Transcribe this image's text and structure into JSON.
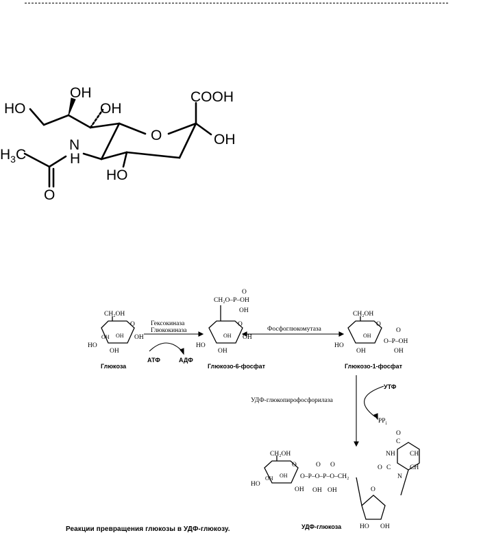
{
  "neu5ac": {
    "oh_top": "OH",
    "ho_left": "HO",
    "oh_mid": "OH",
    "cooh": "COOH",
    "ring_o": "O",
    "oh_right": "OH",
    "h3c": "H",
    "h3c_sub": "3",
    "h3c_c": "C",
    "n": "N",
    "h": "H",
    "carbonyl_o": "O",
    "ho_bottom": "HO"
  },
  "pathway": {
    "glucose": {
      "ch2oh": "CH₂OH",
      "ring_o": "O",
      "oh1": "OH",
      "ho": "HO",
      "oh2": "OH",
      "oh3": "OH",
      "oh4": "OH",
      "name": "Глюкоза"
    },
    "enzyme1": {
      "line1": "Гексокиназа",
      "line2": "Глюкокиназа"
    },
    "atp": "АТФ",
    "adp": "АДФ",
    "g6p": {
      "ch2o": "CH₂O–P–OH",
      "dbl_o": "O",
      "oh_p": "OH",
      "ring_o": "O",
      "oh1": "OH",
      "ho": "HO",
      "oh2": "OH",
      "oh3": "OH",
      "name": "Глюкозо-6-фосфат"
    },
    "enzyme2": "Фосфоглюкомутаза",
    "g1p": {
      "ch2oh": "CH₂OH",
      "ring_o": "O",
      "oh1": "OH",
      "ho": "HO",
      "phos": "O–P–OH",
      "oh_p": "OH",
      "dbl_o": "O",
      "oh2": "OH",
      "name": "Глюкозо-1-фосфат"
    },
    "enzyme3": "УДФ-глюкопирофосфорилаза",
    "utp": "УТФ",
    "ppi": "PP",
    "ppi_sub": "i",
    "udpg": {
      "ch2oh": "CH₂OH",
      "ring_o": "O",
      "oh1": "OH",
      "ho": "HO",
      "oh2": "OH",
      "oh3": "OH",
      "chain": "O–P–O–P–O–CH₂",
      "o1": "O",
      "o2": "O",
      "ohp1": "OH",
      "ohp2": "OH",
      "uracil_o_top": "O",
      "nh": "NH",
      "ch1": "CH",
      "ch2": "CH",
      "o_left": "O",
      "n": "N",
      "c_label": "C",
      "c2_label": "C",
      "ribose_o": "O",
      "rib_oh1": "HO",
      "rib_oh2": "OH",
      "name": "УДФ-глюкоза"
    }
  },
  "caption": "Реакции превращения глюкозы в УДФ-глюкозу."
}
